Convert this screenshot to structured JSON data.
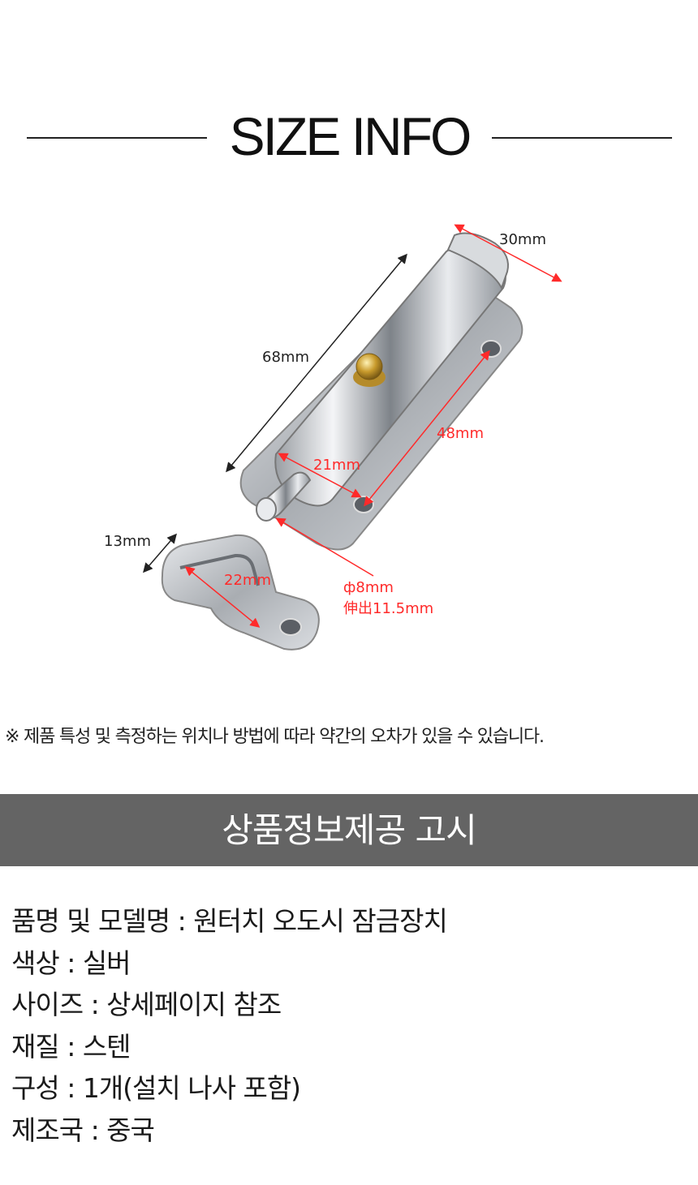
{
  "header": {
    "title": "SIZE INFO"
  },
  "dimensions": {
    "width_top": "30mm",
    "length": "68mm",
    "hole_spacing": "48mm",
    "bolt_housing": "21mm",
    "keeper_height": "13mm",
    "keeper_width": "22mm",
    "bolt_diameter": "ф8mm",
    "bolt_extension": "伸出11.5mm"
  },
  "colors": {
    "banner_bg": "#646464",
    "dimension_red": "#ff2a2a",
    "dimension_dark": "#222222"
  },
  "notice": "※ 제품 특성 및 측정하는 위치나 방법에 따라 약간의 오차가 있을 수 있습니다.",
  "banner": {
    "title": "상품정보제공 고시"
  },
  "product_info": [
    "품명 및 모델명 : 원터치 오도시 잠금장치",
    "색상 : 실버",
    "사이즈 : 상세페이지 참조",
    "재질 : 스텐",
    "구성 : 1개(설치 나사 포함)",
    "제조국 : 중국"
  ]
}
